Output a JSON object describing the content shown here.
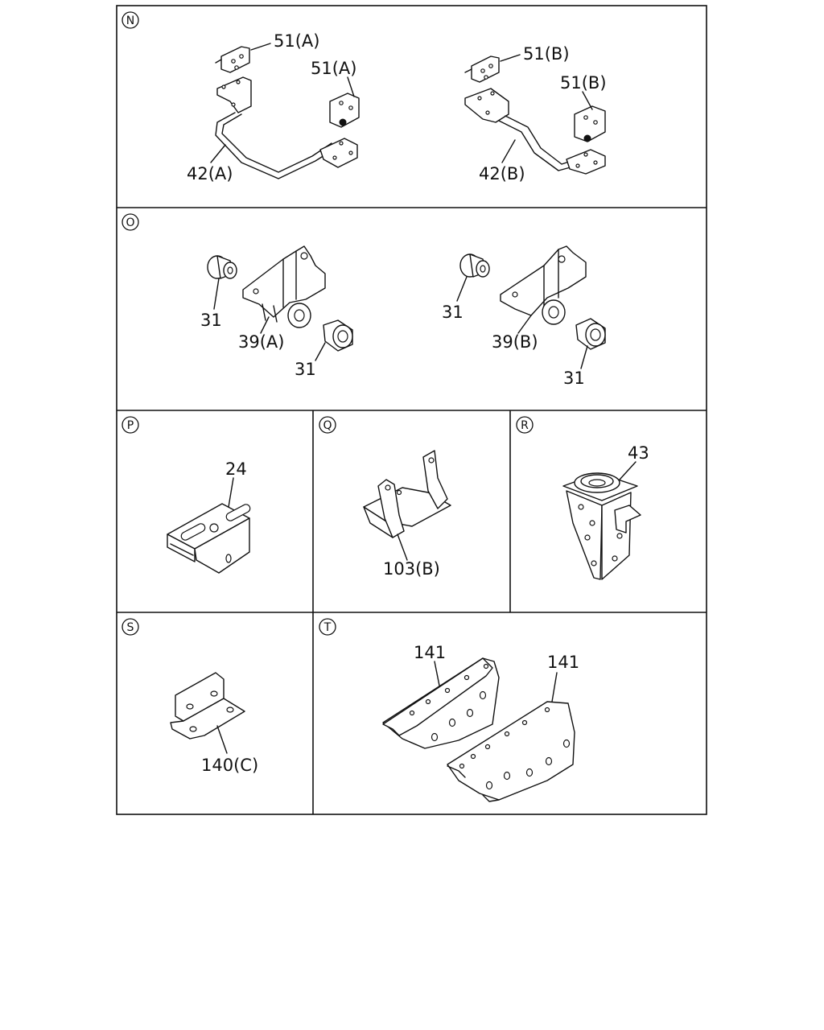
{
  "sections": [
    {
      "id": "N",
      "marker": "N",
      "labels": [
        "51(A)",
        "51(A)",
        "42(A)",
        "51(B)",
        "51(B)",
        "42(B)"
      ]
    },
    {
      "id": "O",
      "marker": "O",
      "labels": [
        "31",
        "39(A)",
        "31",
        "31",
        "39(B)",
        "31"
      ]
    },
    {
      "id": "P",
      "marker": "P",
      "labels": [
        "24"
      ]
    },
    {
      "id": "Q",
      "marker": "Q",
      "labels": [
        "103(B)"
      ]
    },
    {
      "id": "R",
      "marker": "R",
      "labels": [
        "43"
      ]
    },
    {
      "id": "S",
      "marker": "S",
      "labels": [
        "140(C)"
      ]
    },
    {
      "id": "T",
      "marker": "T",
      "labels": [
        "141",
        "141"
      ]
    }
  ]
}
